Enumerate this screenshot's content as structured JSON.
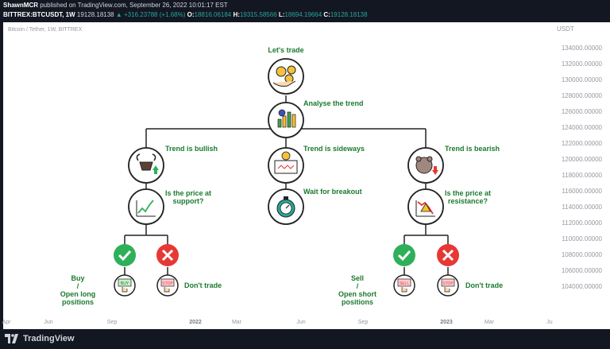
{
  "header": {
    "author": "ShawnMCR",
    "published": "published on TradingView.com, September 26, 2022 10:01:17 EST",
    "symbol": "BITTREX:BTCUSDT, 1W",
    "price": "19128.18138",
    "change": "▲ +316.23788 (+1.68%)",
    "open_label": "O:",
    "open": "18816.06184",
    "high_label": "H:",
    "high": "19315.58566",
    "low_label": "L:",
    "low": "18694.19664",
    "close_label": "C:",
    "close": "19128.18138"
  },
  "chart_label": "Bitcoin / Tether, 1W, BITTREX",
  "y_axis": {
    "unit": "USDT",
    "ticks": [
      "134000.00000",
      "132000.00000",
      "130000.00000",
      "128000.00000",
      "126000.00000",
      "124000.00000",
      "122000.00000",
      "120000.00000",
      "118000.00000",
      "116000.00000",
      "114000.00000",
      "112000.00000",
      "110000.00000",
      "108000.00000",
      "106000.00000",
      "104000.00000"
    ]
  },
  "x_axis": {
    "ticks": [
      "Apr",
      "Jun",
      "Sep",
      "2022",
      "Mar",
      "Jun",
      "Sep",
      "2023",
      "Mar",
      "Ju"
    ]
  },
  "flow": {
    "start": "Let's trade",
    "analyse": "Analyse the trend",
    "bullish": "Trend is bullish",
    "sideways": "Trend is sideways",
    "bearish": "Trend is bearish",
    "support_q": "Is the price at\nsupport?",
    "breakout": "Wait for breakout",
    "resistance_q": "Is the price at\nresistance?",
    "buy": "Buy\n/\nOpen long positions",
    "dont_trade_left": "Don't trade",
    "sell": "Sell\n/\nOpen short positions",
    "dont_trade_right": "Don't trade",
    "buy_tag": "BUY",
    "stop_tag": "STOP",
    "sell_tag": "SELL"
  },
  "colors": {
    "green": "#1b7a2f",
    "check": "#2eb05a",
    "cross": "#e53935",
    "line": "#222222"
  },
  "footer": {
    "brand": "TradingView"
  }
}
